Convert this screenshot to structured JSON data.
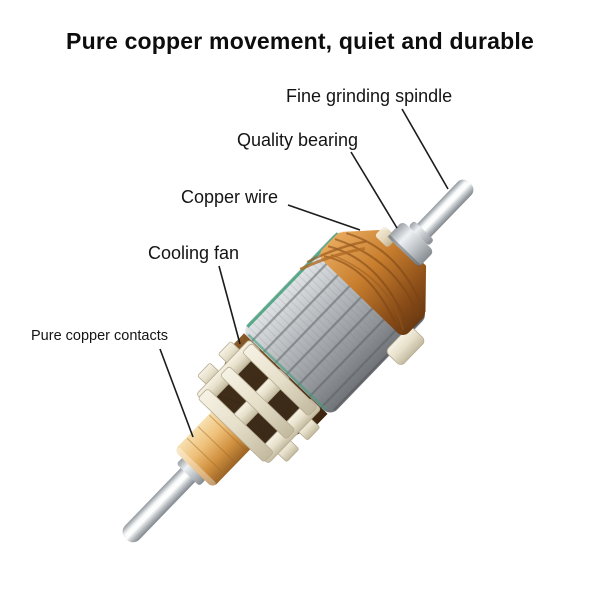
{
  "title": "Pure copper movement, quiet and durable",
  "labels": {
    "spindle": "Fine grinding spindle",
    "bearing": "Quality bearing",
    "copper_wire": "Copper wire",
    "cooling_fan": "Cooling fan",
    "contacts": "Pure copper contacts"
  },
  "colors": {
    "text": "#111111",
    "leader_line": "#1c1c1c",
    "copper": "#c87e2e",
    "copper_dark": "#5f3a16",
    "commutator_gold": "#eebf78",
    "steel_light": "#e2e5e7",
    "steel_dark": "#6d7175",
    "plastic_cream": "#efe9d6",
    "insulation_green": "#3f9f7a",
    "background": "#ffffff"
  }
}
